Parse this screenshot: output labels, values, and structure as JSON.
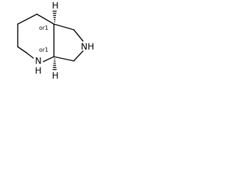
{
  "diagram": {
    "atoms": {
      "n_pyrrolidine": "NH",
      "n_piperidine_n": "N",
      "n_piperidine_h": "H",
      "h_top": "H",
      "h_bottom": "H"
    },
    "stereo_labels": {
      "top": "or1",
      "bottom": "or1"
    }
  }
}
